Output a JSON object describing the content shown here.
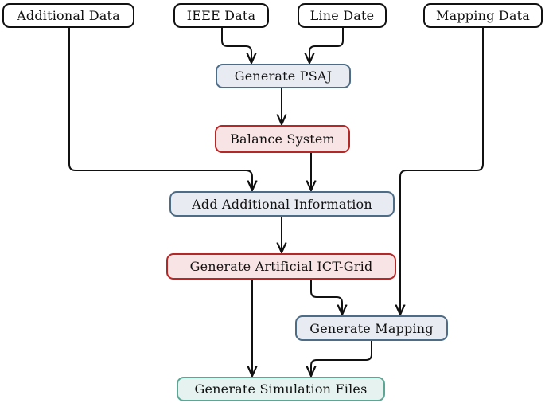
{
  "diagram": {
    "nodes": {
      "additional_data": "Additional Data",
      "ieee_data": "IEEE Data",
      "line_date": "Line Date",
      "mapping_data": "Mapping Data",
      "generate_psaj": "Generate PSAJ",
      "balance_system": "Balance System",
      "add_additional_information": "Add Additional Information",
      "generate_artificial_ict_grid": "Generate Artificial ICT-Grid",
      "generate_mapping": "Generate Mapping",
      "generate_simulation_files": "Generate Simulation Files"
    },
    "colors": {
      "edge": "#111111",
      "input_border": "#111111",
      "blue_fill": "#e8ecf2",
      "blue_border": "#4d6c86",
      "red_fill": "#f8e4e4",
      "red_border": "#b52828",
      "green_fill": "#e6f2ef",
      "green_border": "#5ca696"
    }
  }
}
